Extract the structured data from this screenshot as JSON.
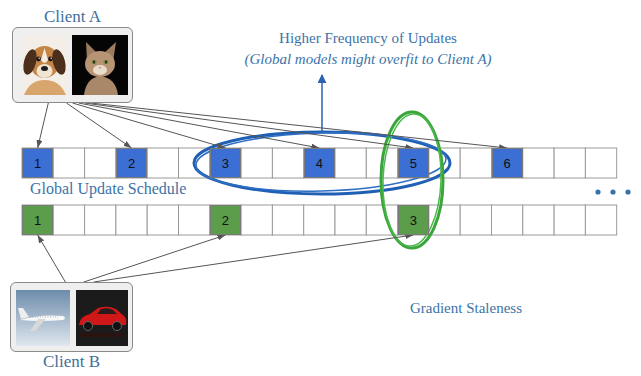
{
  "diagram": {
    "nodes": [
      {
        "text": [
          "Client A"
        ]
      },
      {
        "text": [
          "1"
        ]
      },
      {
        "text": [
          "2"
        ]
      },
      {
        "text": [
          "3"
        ]
      },
      {
        "text": [
          "4"
        ]
      },
      {
        "text": [
          "5"
        ]
      },
      {
        "text": [
          "6"
        ]
      },
      {
        "text": [
          "1"
        ]
      },
      {
        "text": [
          "2"
        ]
      },
      {
        "text": [
          "3"
        ]
      },
      {
        "text": [
          "Client B"
        ]
      }
    ],
    "edges": [
      {
        "from": 0,
        "to": 1,
        "arrow": "to"
      },
      {
        "from": 0,
        "to": 2,
        "arrow": "to"
      },
      {
        "from": 0,
        "to": 3,
        "arrow": "to"
      },
      {
        "from": 0,
        "to": 4,
        "arrow": "to"
      },
      {
        "from": 0,
        "to": 5,
        "arrow": "to"
      },
      {
        "from": 0,
        "to": 6,
        "arrow": "to"
      },
      {
        "from": 10,
        "to": 7,
        "arrow": "to"
      },
      {
        "from": 10,
        "to": 8,
        "arrow": "to"
      },
      {
        "from": 10,
        "to": 9,
        "arrow": "to"
      }
    ],
    "labels": [
      "Higher Frequency of Updates",
      "(Global models might overfit to Client A)",
      "Global Update Schedule",
      "Gradient Staleness"
    ]
  }
}
